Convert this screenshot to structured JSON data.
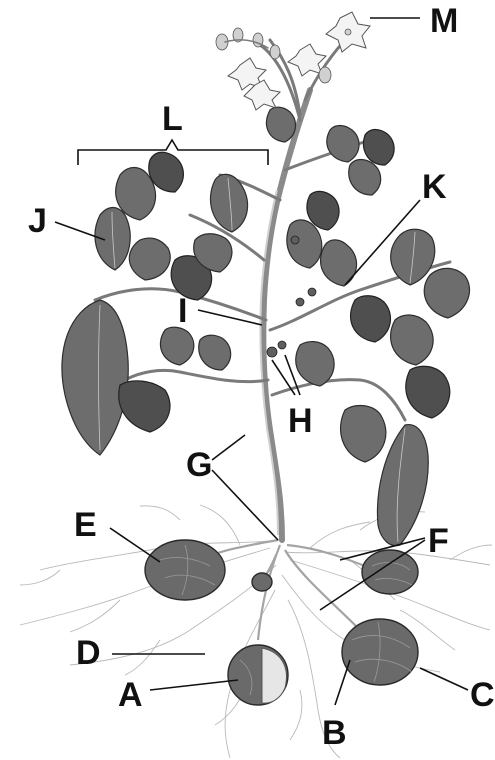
{
  "labels": {
    "A": "A",
    "B": "B",
    "C": "C",
    "D": "D",
    "E": "E",
    "F": "F",
    "G": "G",
    "H": "H",
    "I": "I",
    "J": "J",
    "K": "K",
    "L": "L",
    "M": "M"
  },
  "colors": {
    "ink": "#111111",
    "foliage": "#6d6d6d",
    "tuber": "#6a6a6a",
    "flower": "#f4f4f4"
  }
}
